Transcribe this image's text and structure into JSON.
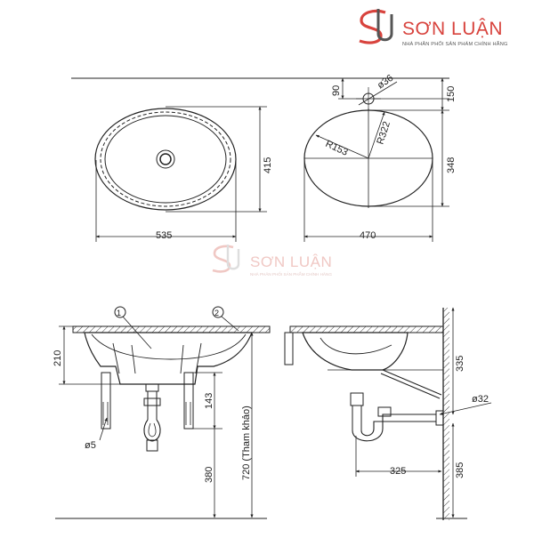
{
  "brand": {
    "name": "SƠN LUẬN",
    "tagline": "NHÀ PHÂN PHỐI SẢN PHẨM CHÍNH HÃNG",
    "monogram": "SL",
    "color": "#d8433d"
  },
  "watermark": {
    "name": "SƠN LUẬN",
    "tagline": "NHÀ PHÂN PHỐI SẢN PHẨM CHÍNH HÃNG"
  },
  "top_left_view": {
    "width_label": "535",
    "height_label": "415"
  },
  "top_right_view": {
    "offset_label": "90",
    "hole_label": "ø36",
    "radius_large": "R322",
    "radius_small": "R153",
    "top_label": "150",
    "height_label": "348",
    "width_label": "470"
  },
  "front_view": {
    "depth_label": "210",
    "bracket_label": "143",
    "floor_label": "380",
    "total_label": "720 (Tham khảo)",
    "bolt_label": "ø5",
    "callout_1": "1",
    "callout_2": "2"
  },
  "side_view": {
    "rim_label": "335",
    "pipe_label": "ø32",
    "trap_label": "325",
    "floor_label": "385"
  }
}
